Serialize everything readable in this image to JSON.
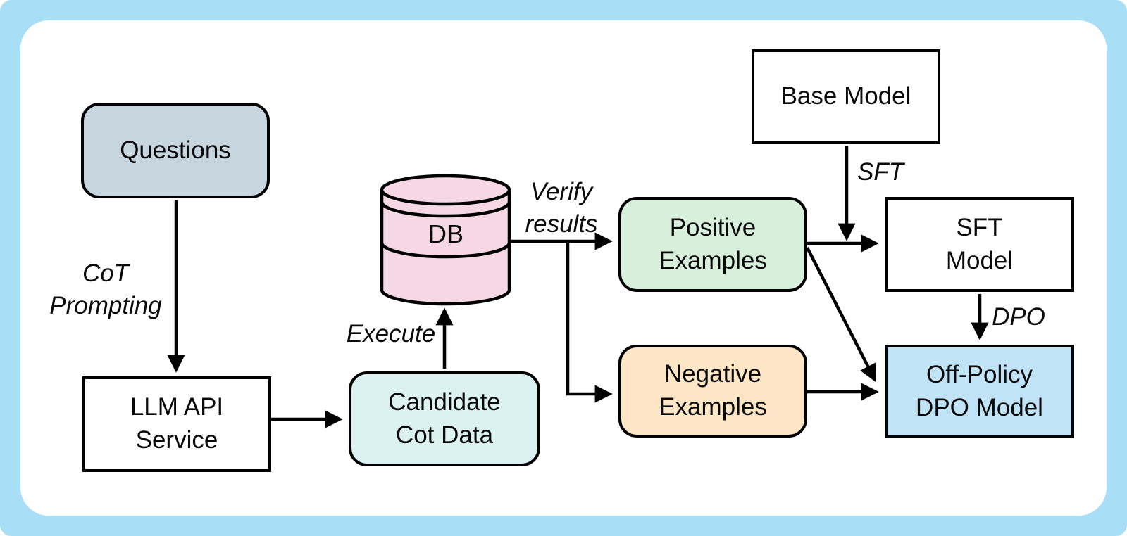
{
  "frame": {
    "outer_color": "#a8dff6",
    "panel_color": "#ffffff",
    "line_color": "#000000"
  },
  "diagram": {
    "nodes": {
      "questions": {
        "label": "Questions",
        "fill": "#c6d5de",
        "shape": "rounded-rect"
      },
      "llm_api_service": {
        "label": "LLM API\nService",
        "fill": "#ffffff",
        "shape": "rect"
      },
      "candidate_cot_data": {
        "label": "Candidate\nCot Data",
        "fill": "#dbf2f1",
        "shape": "rounded-rect"
      },
      "db": {
        "label": "DB",
        "fill": "#f5d8e4",
        "shape": "cylinder"
      },
      "positive_examples": {
        "label": "Positive\nExamples",
        "fill": "#d8efdc",
        "shape": "rounded-rect"
      },
      "negative_examples": {
        "label": "Negative\nExamples",
        "fill": "#fde6c6",
        "shape": "rounded-rect"
      },
      "base_model": {
        "label": "Base Model",
        "fill": "#ffffff",
        "shape": "rect"
      },
      "sft_model": {
        "label": "SFT\nModel",
        "fill": "#ffffff",
        "shape": "rect"
      },
      "off_policy_dpo_model": {
        "label": "Off-Policy\nDPO Model",
        "fill": "#c0e4f6",
        "shape": "rect"
      }
    },
    "edge_labels": {
      "cot_prompting": "CoT\nPrompting",
      "execute": "Execute",
      "verify_results": "Verify\nresults",
      "sft": "SFT",
      "dpo": "DPO"
    },
    "edges": [
      {
        "from": "questions",
        "to": "llm_api_service",
        "label": "CoT Prompting"
      },
      {
        "from": "llm_api_service",
        "to": "candidate_cot_data",
        "label": ""
      },
      {
        "from": "candidate_cot_data",
        "to": "db",
        "label": "Execute"
      },
      {
        "from": "db",
        "to": "positive_examples",
        "label": "Verify results"
      },
      {
        "from": "db",
        "to": "negative_examples",
        "label": "Verify results"
      },
      {
        "from": "base_model",
        "to": "sft_model",
        "label": "SFT"
      },
      {
        "from": "positive_examples",
        "to": "sft_model",
        "label": ""
      },
      {
        "from": "positive_examples",
        "to": "off_policy_dpo_model",
        "label": ""
      },
      {
        "from": "negative_examples",
        "to": "off_policy_dpo_model",
        "label": ""
      },
      {
        "from": "sft_model",
        "to": "off_policy_dpo_model",
        "label": "DPO"
      }
    ]
  }
}
